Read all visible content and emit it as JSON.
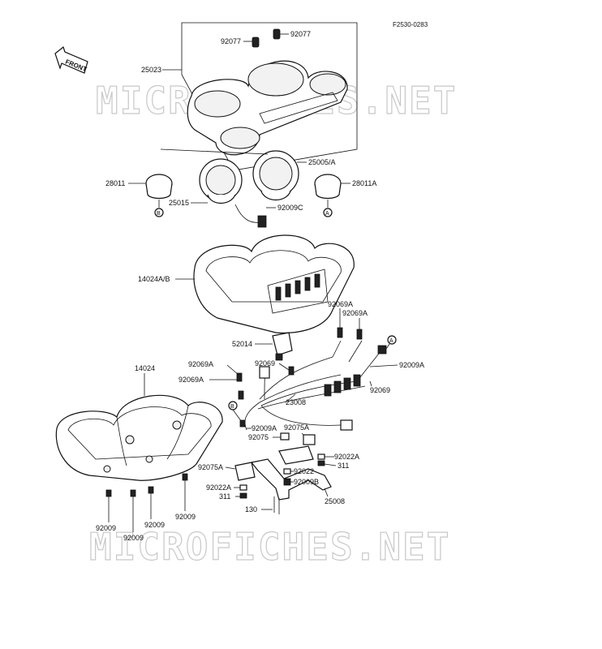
{
  "drawing_code": "F2530-0283",
  "front_label": "FRONT",
  "watermark": "MICROFICHES.NET",
  "labels": {
    "p92077a": "92077",
    "p92077b": "92077",
    "p25023": "25023",
    "p28011": "28011",
    "p25005": "25005/A",
    "p28011a": "28011A",
    "p25015": "25015",
    "p92009c": "92009C",
    "p14024ab": "14024A/B",
    "p92069a1": "92069A",
    "p92069a2": "92069A",
    "p52014": "52014",
    "p14024": "14024",
    "p92069a3": "92069A",
    "p92069a4": "92069A",
    "p92069b": "92069",
    "p92009a1": "92009A",
    "p92069c": "92069",
    "p23008": "23008",
    "p92009a2": "92009A",
    "p92075a1": "92075A",
    "p92075": "92075",
    "p92022a1": "92022A",
    "p311a": "311",
    "p92075a2": "92075A",
    "p92022": "92022",
    "p92022a2": "92022A",
    "p92009b": "92009B",
    "p311b": "311",
    "p25008": "25008",
    "p130": "130",
    "p92009_1": "92009",
    "p92009_2": "92009",
    "p92009_3": "92009",
    "p92009_4": "92009"
  },
  "reference_marks": {
    "b1": "B",
    "a1": "A",
    "a2": "A",
    "b2": "B"
  }
}
